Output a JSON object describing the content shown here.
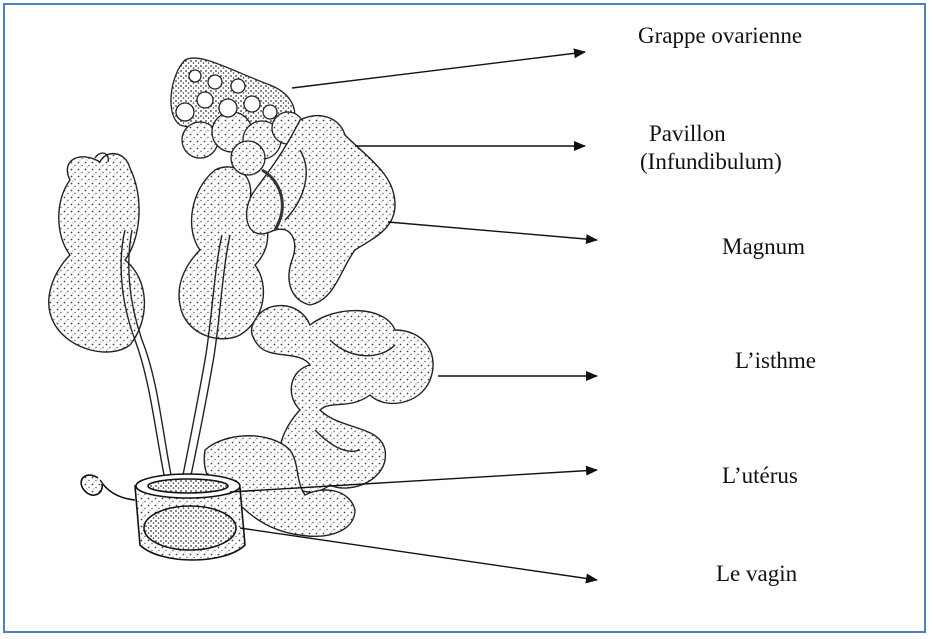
{
  "diagram": {
    "labels": {
      "grappe": "Grappe ovarienne",
      "pavillon_line1": "Pavillon",
      "pavillon_line2": "(Infundibulum)",
      "magnum": "Magnum",
      "isthme": "L’isthme",
      "uterus": "L’utérus",
      "vagin": "Le vagin"
    },
    "colors": {
      "border": "#4f81bd",
      "ink": "#111111"
    }
  }
}
